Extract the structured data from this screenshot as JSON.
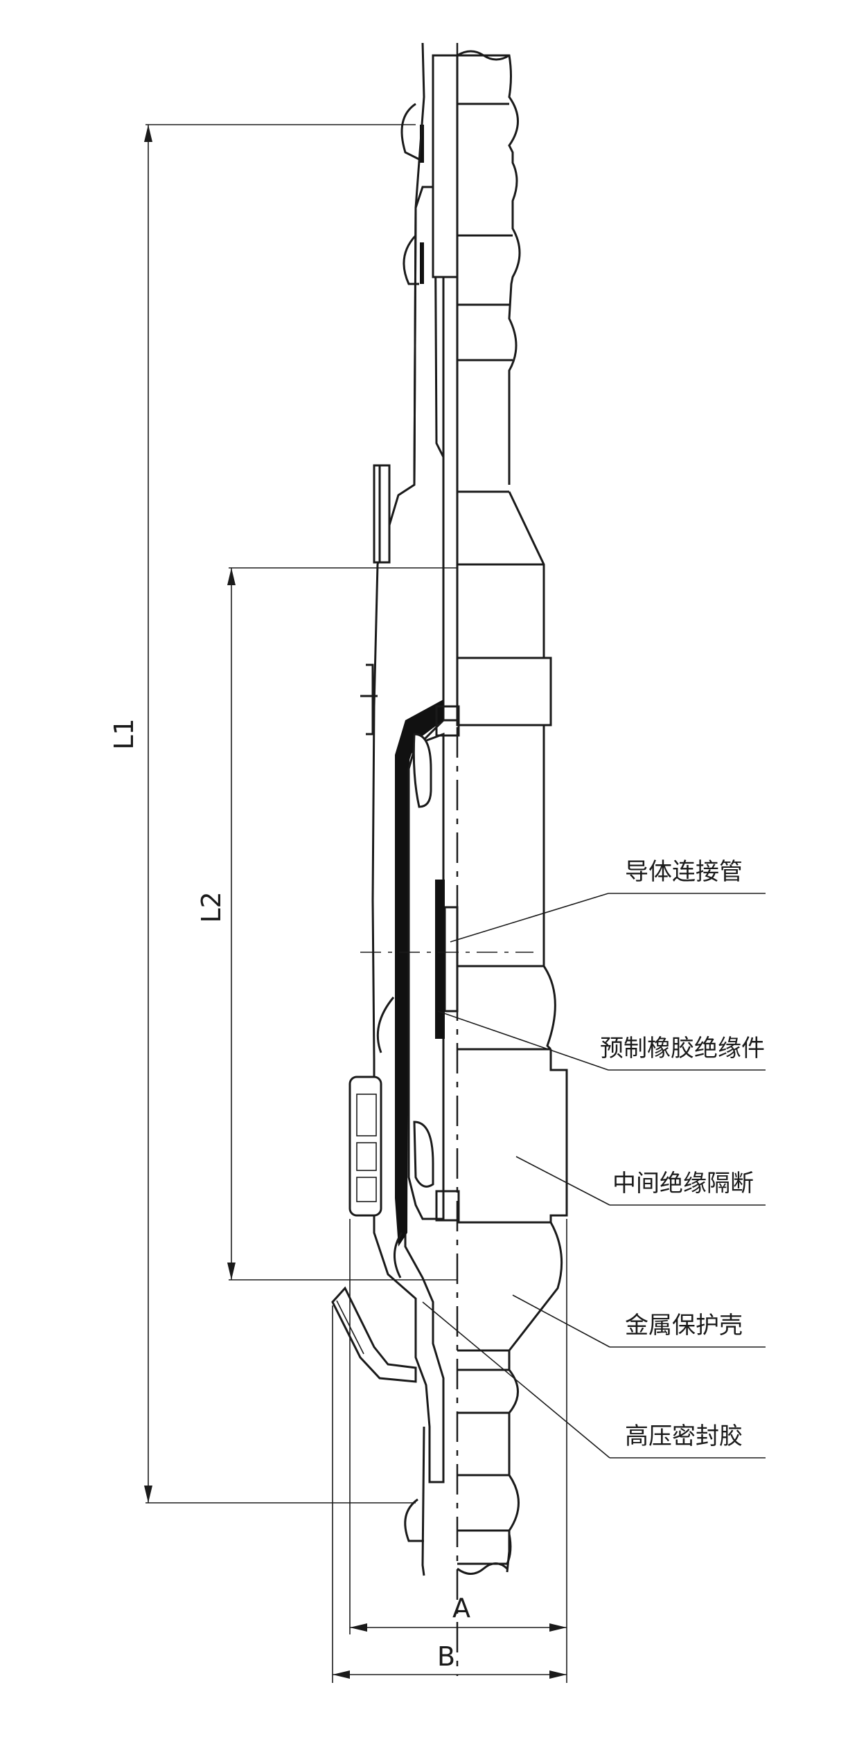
{
  "dimensions": {
    "L1": "L1",
    "L2": "L2",
    "A": "A",
    "B": "B"
  },
  "callouts": [
    {
      "label": "导体连接管"
    },
    {
      "label": "预制橡胶绝缘件"
    },
    {
      "label": "中间绝缘隔断"
    },
    {
      "label": "金属保护壳"
    },
    {
      "label": "高压密封胶"
    }
  ]
}
